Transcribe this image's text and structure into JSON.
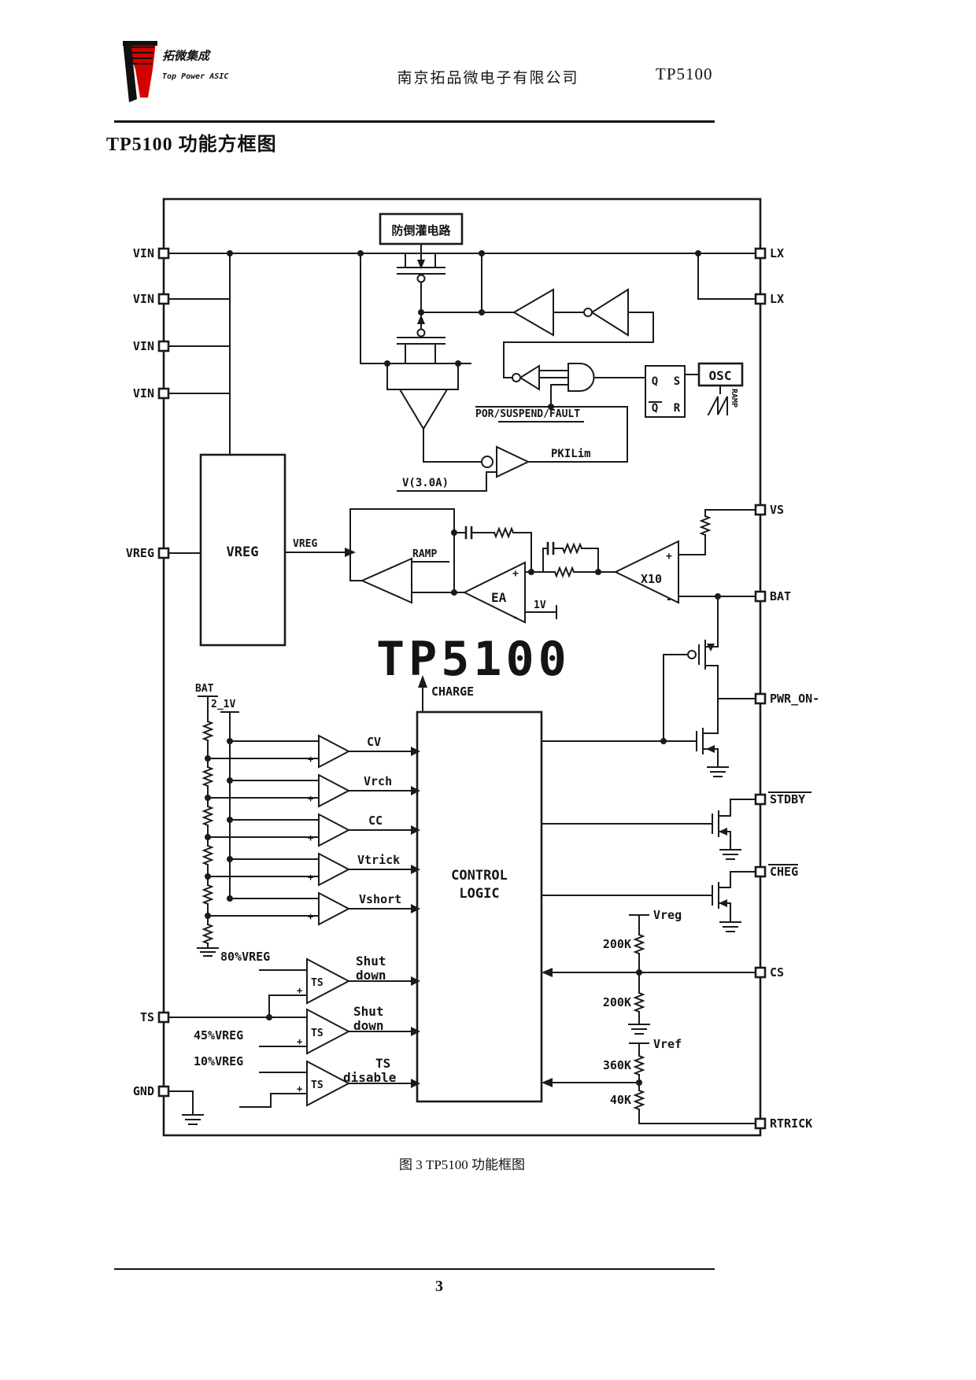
{
  "header": {
    "brand_cn": "拓微集成",
    "brand_en": "Top Power ASIC",
    "company": "南京拓品微电子有限公司",
    "part": "TP5100"
  },
  "title": "TP5100 功能方框图",
  "caption": "图 3 TP5100 功能框图",
  "page_number": "3",
  "diagram": {
    "chip_name": "TP5100",
    "pins": {
      "left": [
        "VIN",
        "VIN",
        "VIN",
        "VIN",
        "VREG",
        "TS",
        "GND"
      ],
      "right": [
        "LX",
        "LX",
        "VS",
        "BAT",
        "PWR_ON-",
        "STDBY",
        "CHEG",
        "CS",
        "RTRICK"
      ]
    },
    "blocks": {
      "anti_backflow": "防倒灌电路",
      "vreg": "VREG",
      "osc": "OSC",
      "control1": "CONTROL",
      "control2": "LOGIC",
      "latch_q": "Q",
      "latch_s": "S",
      "latch_qb": "Q",
      "latch_r": "R"
    },
    "labels": {
      "vreg_out": "VREG",
      "ramp1": "RAMP",
      "ramp2": "RAMP",
      "por": "POR/SUSPEND/FAULT",
      "pkilim": "PKILim",
      "v30a": "V(3.0A)",
      "ea": "EA",
      "one_v": "1V",
      "x10": "X10",
      "charge": "CHARGE",
      "bat": "BAT",
      "v21": "2_1V",
      "cv": "CV",
      "vrch": "Vrch",
      "cc": "CC",
      "vtrick": "Vtrick",
      "vshort": "Vshort",
      "vreg80": "80%VREG",
      "vreg45": "45%VREG",
      "vreg10": "10%VREG",
      "ts": "TS",
      "shut": "Shut",
      "down": "down",
      "ts_dis1": "TS",
      "ts_dis2": "disable",
      "vreg_rail": "Vreg",
      "r200k": "200K",
      "vref_rail": "Vref",
      "r360k": "360K",
      "r40k": "40K",
      "plus": "+",
      "minus": "-"
    }
  }
}
